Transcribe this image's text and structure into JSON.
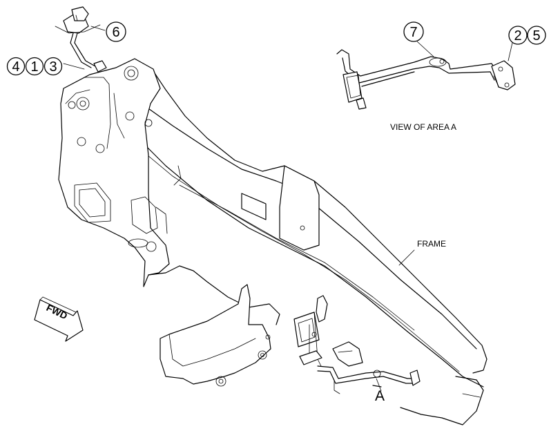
{
  "callouts": {
    "c4": "4",
    "c1": "1",
    "c3": "3",
    "c6": "6",
    "c7": "7",
    "c2": "2",
    "c5": "5"
  },
  "labels": {
    "view_title": "VIEW OF AREA A",
    "frame": "FRAME",
    "area_marker": "A",
    "direction": "FWD"
  }
}
